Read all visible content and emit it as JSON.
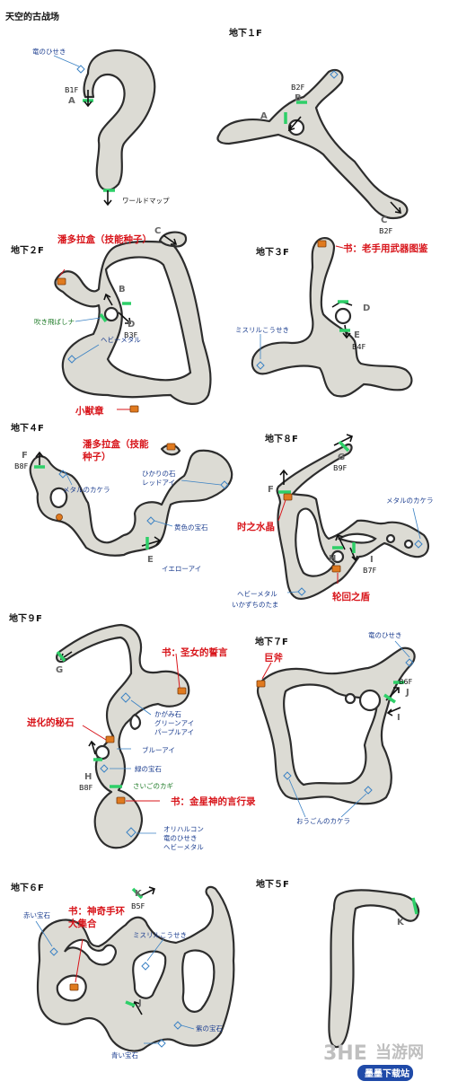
{
  "page": {
    "title": "天空的古战场"
  },
  "floors": [
    {
      "id": "b1",
      "name": "地下１F",
      "labels": {
        "stairs_b2f_top": "B2F",
        "stairs_b2f_bottom": "B2F",
        "a": "A",
        "b": "B",
        "c": "C"
      }
    },
    {
      "id": "b2",
      "name": "地下２F",
      "labels": {
        "b": "B",
        "b3f": "B3F",
        "c": "C",
        "d": "D",
        "heavy_metal": "ヘビーメタル",
        "fukitobashi": "吹き飛ばしナ",
        "chest1": "潘多拉盒（技能种子）",
        "chest2": "小獣章"
      }
    },
    {
      "id": "b3",
      "name": "地下３F",
      "labels": {
        "d": "D",
        "e": "E",
        "b4f": "B4F",
        "mithril": "ミスリルこうせき",
        "chest": "书：老手用武器图鉴"
      }
    },
    {
      "id": "b4",
      "name": "地下４F",
      "labels": {
        "f": "F",
        "b8f": "B8F",
        "e": "E",
        "metal": "メタルのカケラ",
        "light_stone": "ひかりの石",
        "red_eye": "レッドアイ",
        "yellow_gem": "黄色の宝石",
        "yellow_eye": "イエローアイ",
        "chest": "潘多拉盒（技能种子）"
      }
    },
    {
      "id": "b8",
      "name": "地下８F",
      "labels": {
        "g": "G",
        "b9f": "B9F",
        "f": "F",
        "h": "H",
        "i": "I",
        "b7f": "B7F",
        "metal": "メタルのカケラ",
        "heavy_metal": "ヘビーメタル",
        "ikazuchi": "いかずちのたま",
        "chest1": "时之水晶",
        "chest2": "轮回之盾"
      }
    },
    {
      "id": "b9",
      "name": "地下９F",
      "labels": {
        "g": "G",
        "h": "H",
        "b8f": "B8F",
        "kagami": "かがみ石",
        "green_eye": "グリーンアイ",
        "purple_eye": "パープルアイ",
        "blue_eye": "ブルーアイ",
        "green_gem": "緑の宝石",
        "last_key": "さいごのカギ",
        "orichalcum": "オリハルコン",
        "dragon": "竜のひせき",
        "heavy_metal": "ヘビーメタル",
        "chest1": "书：圣女的誓言",
        "chest2": "进化的秘石",
        "chest3": "书：金星神的言行录"
      }
    },
    {
      "id": "b7",
      "name": "地下７F",
      "labels": {
        "b6f": "B6F",
        "j": "J",
        "i": "I",
        "dragon": "竜のひせき",
        "gold_metal": "おうごんのカケラ",
        "chest": "巨斧"
      }
    },
    {
      "id": "b6",
      "name": "地下６F",
      "labels": {
        "k": "K",
        "b5f": "B5F",
        "j": "J",
        "red_gem": "赤い宝石",
        "mithril": "ミスリルこうせき",
        "purple_gem": "紫の宝石",
        "blue_gem": "青い宝石",
        "chest": "书：神奇手环大集合"
      }
    },
    {
      "id": "b5",
      "name": "地下５F",
      "labels": {
        "k": "K"
      }
    }
  ],
  "b1f_surface": {
    "dragon": "竜のひせき",
    "floor": "B1F",
    "a": "A",
    "world_map": "ワールドマップ"
  },
  "watermark": {
    "logo": "3HE",
    "site": "当游网",
    "badge": "墨墨下载站"
  },
  "colors": {
    "floor_fill": "#dcdbd4",
    "outline": "#2d2d2d",
    "stairs": "#2ecf68",
    "item_label": "#1b3d8f",
    "chest_label": "#d8141a",
    "chest": "#e07a1f"
  }
}
